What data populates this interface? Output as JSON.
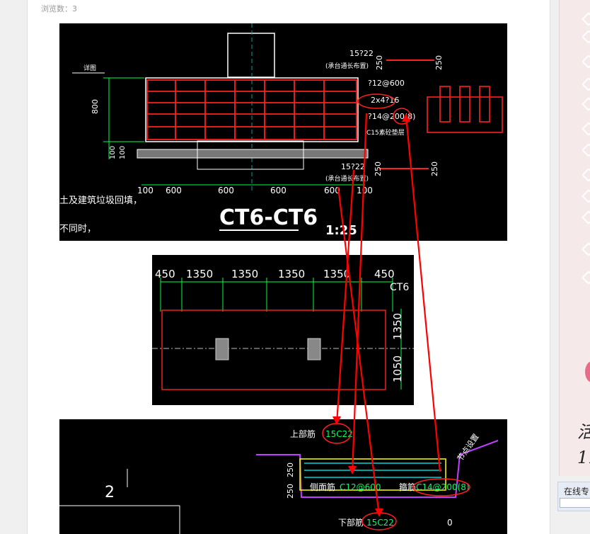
{
  "page": {
    "view_count": "浏览数：3"
  },
  "sidebar": {
    "online_label": "在线专"
  },
  "side_text": {
    "glyph1": "活",
    "glyph2": "11"
  },
  "drawing1": {
    "title": "CT6-CT6",
    "scale": "1:25",
    "dims_bottom": [
      "100",
      "600",
      "600",
      "600",
      "600",
      "100"
    ],
    "dim_800": "800",
    "dim_100": "100",
    "dim_100b": "100",
    "label_top_rebar": "15?22",
    "label_top_note": "(承台通长布置)",
    "label_side": "?12@600",
    "label_2x4": "2x4?16",
    "label_stirrup": "?14@200(8)",
    "label_c15": "C15素砼垫层",
    "label_bottom_rebar": "15?22",
    "label_bottom_note": "(承台通长布置)",
    "dim_250a": "250",
    "dim_250b": "250",
    "dim_250c": "250",
    "dim_250d": "250",
    "left_text1": "土及建筑垃圾回填，",
    "left_text2": "不同时，",
    "marker_left": "详图"
  },
  "drawing2": {
    "dims": [
      "450",
      "1350",
      "1350",
      "1350",
      "1350",
      "450"
    ],
    "tag": "CT6",
    "dim_v1": "1350",
    "dim_v2": "1050"
  },
  "drawing3": {
    "number": "2",
    "top_label": "上部筋",
    "top_value": "15C22",
    "side_label": "侧面筋",
    "side_value": "C12@600",
    "stirrup_label": "箍筋",
    "stirrup_value": "C14@200(8)",
    "bottom_label": "下部筋",
    "bottom_value": "15C22",
    "dim_250a": "250",
    "dim_250b": "250",
    "dim_0": "0",
    "note_slanted": "节点设置"
  }
}
